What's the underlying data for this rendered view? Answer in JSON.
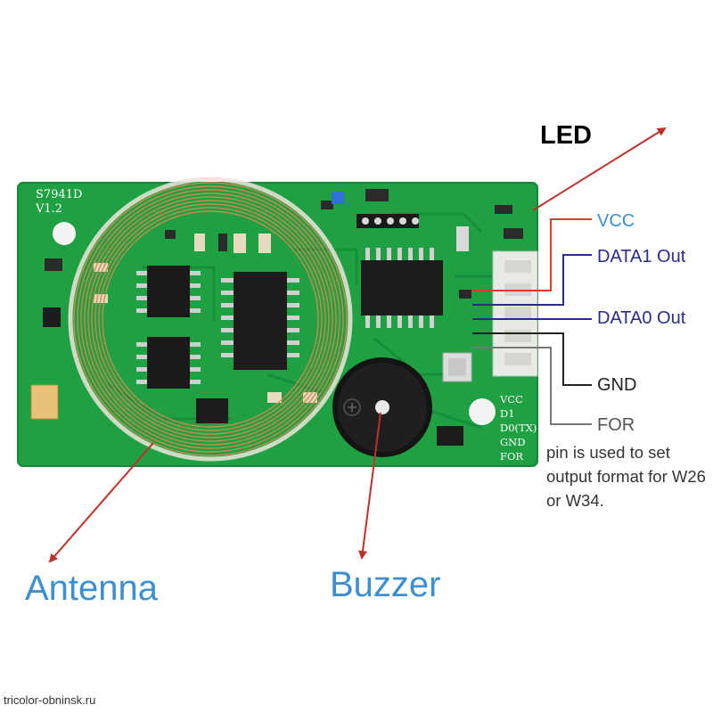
{
  "board": {
    "model": "S7941D",
    "version": "V1.2",
    "header_pins": [
      "VCC",
      "D1",
      "D0(TX)",
      "GND",
      "FOR"
    ]
  },
  "labels": {
    "led": "LED",
    "vcc": "VCC",
    "data1": "DATA1 Out",
    "data0": "DATA0 Out",
    "gnd": "GND",
    "for": "FOR",
    "for_description": "pin is used to set output format for W26 or W34.",
    "antenna": "Antenna",
    "buzzer": "Buzzer"
  },
  "watermark": "tricolor-obninsk.ru",
  "colors": {
    "pcb": "#1fa143",
    "coil": "#c98a4e",
    "arrow": "#c0302a",
    "vcc_line": "#e23b2b",
    "data_line": "#2a2c8a",
    "gnd_line": "#222222",
    "for_line": "#777777",
    "accent_text": "#3c8fd0"
  }
}
